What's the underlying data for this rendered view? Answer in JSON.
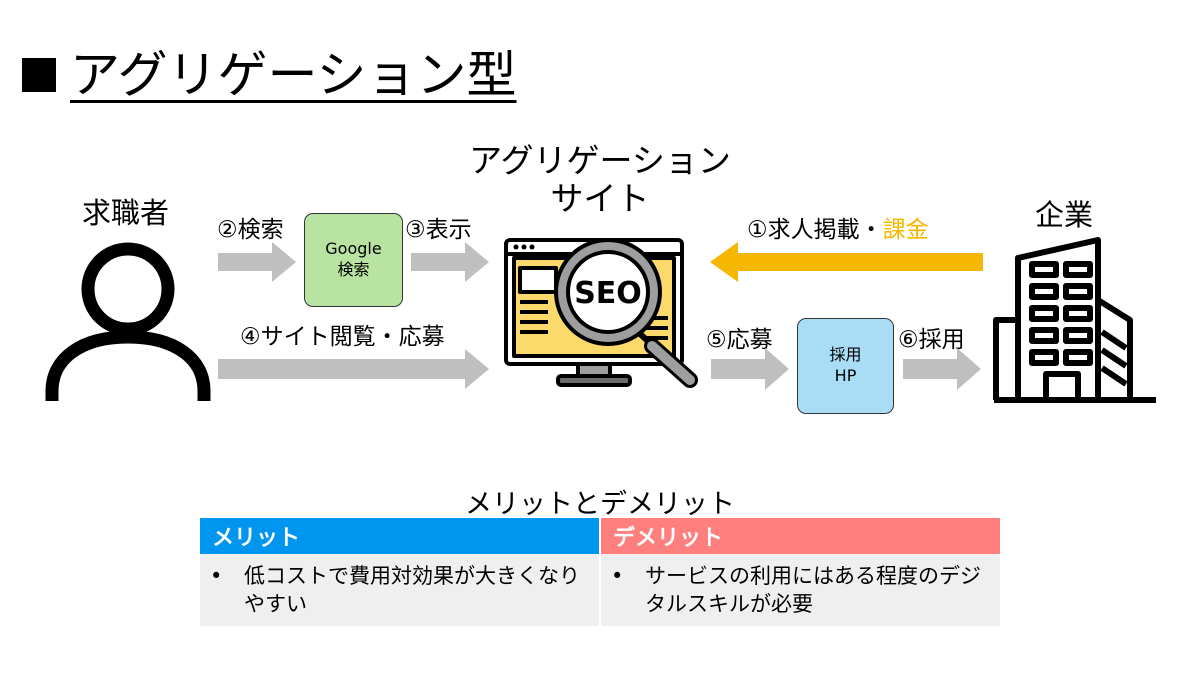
{
  "title": "アグリゲーション型",
  "site": {
    "line1": "アグリゲーション",
    "line2": "サイト",
    "badge": "SEO"
  },
  "seeker": {
    "label": "求職者"
  },
  "company": {
    "label": "企業"
  },
  "google_box": {
    "line1": "Google",
    "line2": "検索"
  },
  "hp_box": {
    "line1": "採用",
    "line2": "HP"
  },
  "steps": {
    "search": "②検索",
    "display": "③表示",
    "posting": "①求人掲載・",
    "billing": "課金",
    "browse": "④サイト閲覧・応募",
    "apply": "⑤応募",
    "hire": "⑥採用"
  },
  "merits": {
    "heading": "メリットとデメリット",
    "merit": {
      "header": "メリット",
      "bullet": "•",
      "text": "低コストで費用対効果が大きくなりやすい"
    },
    "demerit": {
      "header": "デメリット",
      "bullet": "•",
      "text": "サービスの利用にはある程度のデジタルスキルが必要"
    }
  },
  "colors": {
    "arrow_gray": "#bfbfbf",
    "arrow_yellow": "#f5b700",
    "google_box": "#b8e3a1",
    "hp_box": "#a9ddf6",
    "merit_header": "#0096f0",
    "demerit_header": "#ff7f7f",
    "table_body": "#efefef",
    "monitor_screen": "#fbd96b"
  }
}
